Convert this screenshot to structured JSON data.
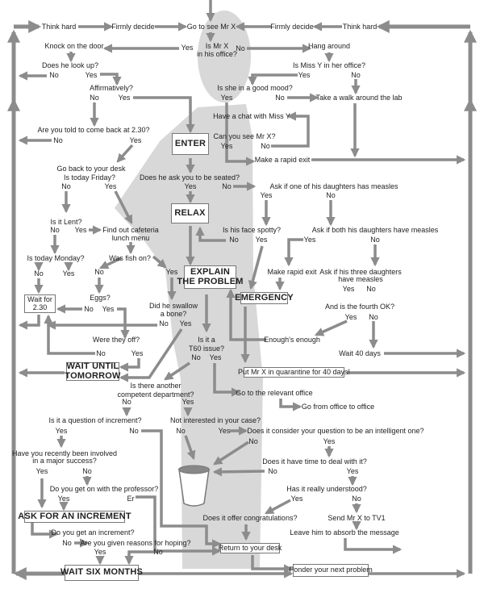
{
  "colors": {
    "arrow": "#8c8c8c",
    "silhouette": "#d8d8d8",
    "text": "#222222",
    "box_border": "#777777"
  },
  "labels": [
    "Think hard",
    "Firmly decide",
    "Go to see Mr X",
    "Firmly decide",
    "Think hard",
    "Knock on the door",
    "Yes",
    "Is Mr X",
    "in his office?",
    "No",
    "Hang around",
    "Does he look up?",
    "Is Miss Y in her office?",
    "No",
    "Yes",
    "Yes",
    "No",
    "Affirmatively?",
    "Is she in a good mood?",
    "No",
    "Yes",
    "Yes",
    "No",
    "Take a walk around the lab",
    "Have a chat with Miss Y",
    "Are you told to come back at 2.30?",
    "No",
    "Yes",
    "Can you see Mr X?",
    "Yes",
    "No",
    "Make a rapid exit",
    "Go back to your desk",
    "Is today Friday?",
    "Does he ask you to be seated?",
    "No",
    "Yes",
    "Yes",
    "No",
    "Ask if one of his daughters has measles",
    "Yes",
    "No",
    "Is it Lent?",
    "No",
    "Yes",
    "Find out cafeteria",
    "lunch menu",
    "Is his face spotty?",
    "Ask if both his daughters have measles",
    "No",
    "Yes",
    "Yes",
    "No",
    "Is today Monday?",
    "Was fish on?",
    "No",
    "Yes",
    "No",
    "Yes",
    "Make rapid exit",
    "Ask if his three daughters",
    "have measles",
    "Yes",
    "No",
    "Eggs?",
    "Did he swallow",
    "a bone?",
    "And is the fourth OK?",
    "No",
    "Yes",
    "Yes",
    "No",
    "No",
    "Yes",
    "Were they off?",
    "Is it a",
    "T60 issue?",
    "Enough's enough",
    "No",
    "Yes",
    "Wait 40 days",
    "No",
    "Yes",
    "Is there another",
    "competent department?",
    "Go to the relevant office",
    "No",
    "Yes",
    "Go from office to office",
    "Is it a question of increment?",
    "Not interested in your case?",
    "Yes",
    "No",
    "No",
    "Yes",
    "Does it consider your question to be an intelligent one?",
    "No",
    "Yes",
    "Have you recently been involved",
    "in a major success?",
    "Does it have time to deal with it?",
    "Yes",
    "No",
    "No",
    "Yes",
    "Do you get on with the professor?",
    "Has it really understood?",
    "Yes",
    "Er",
    "Yes",
    "No",
    "Does it offer congratulations?",
    "Send Mr X to TV1",
    "Do you get an increment?",
    "Leave him to absorb the message",
    "No",
    "Are you given reasons for hoping?",
    "Yes",
    "No"
  ],
  "boxes": [
    {
      "lines": [
        "ENTER"
      ]
    },
    {
      "lines": [
        "RELAX"
      ]
    },
    {
      "lines": [
        "EXPLAIN",
        "THE PROBLEM"
      ]
    },
    {
      "lines": [
        "EMERGENCY"
      ]
    },
    {
      "lines": [
        "Wait for",
        "2.30"
      ]
    },
    {
      "lines": [
        "WAIT UNTIL",
        "TOMORROW"
      ]
    },
    {
      "lines": [
        "Put Mr X in quarantine for 40 days!"
      ]
    },
    {
      "lines": [
        "ASK FOR AN INCREMENT"
      ]
    },
    {
      "lines": [
        "Return to your desk"
      ]
    },
    {
      "lines": [
        "WAIT SIX MONTHS"
      ]
    },
    {
      "lines": [
        "Ponder your next problem"
      ]
    }
  ],
  "icons": {
    "silhouette": "person-silhouette",
    "bin": "waste-bin-icon"
  }
}
